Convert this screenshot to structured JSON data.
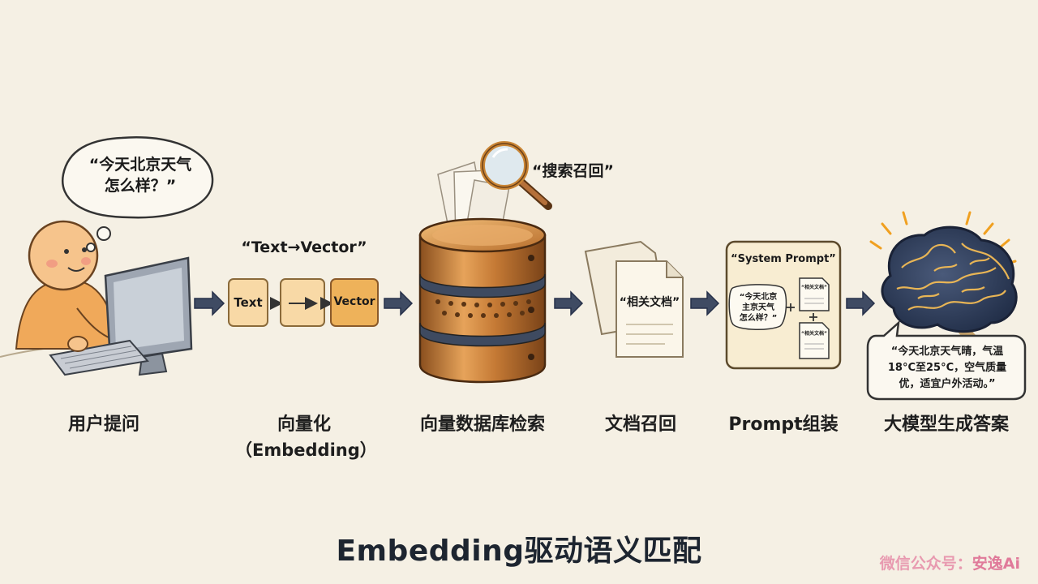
{
  "steps": [
    {
      "label": "用户提问",
      "sub": ""
    },
    {
      "label": "向量化",
      "sub": "（Embedding）"
    },
    {
      "label": "向量数据库检索",
      "sub": ""
    },
    {
      "label": "文档召回",
      "sub": ""
    },
    {
      "label": "Prompt组装",
      "sub": ""
    },
    {
      "label": "大模型生成答案",
      "sub": ""
    }
  ],
  "user_bubble": {
    "line1": "“今天北京天气",
    "line2": "怎么样？”"
  },
  "vector_title": "“Text→Vector”",
  "vector_boxes": {
    "text": "Text",
    "vector": "Vector"
  },
  "search_label": "“搜索召回”",
  "docs_label": "“相关文档”",
  "prompt_panel": {
    "title": "“System Prompt”",
    "q_line1": "“今天北京",
    "q_line2": "主京天气",
    "q_line3": "怎么样？”",
    "doc1": "“相关文档”",
    "doc2": "“相关文档”"
  },
  "answer_bubble": {
    "line1": "“今天北京天气晴，气温",
    "line2": "18°C至25°C，空气质量",
    "line3": "优，适宜户外活动。”"
  },
  "caption": "Embedding驱动语义匹配",
  "watermark": {
    "prefix": "微信公众号：",
    "brand": "安逸Ai"
  },
  "colors": {
    "background": "#f5f0e4",
    "arrow": "#3f4b63",
    "accent": "#e3a44e",
    "bronze": "#c27a35"
  }
}
